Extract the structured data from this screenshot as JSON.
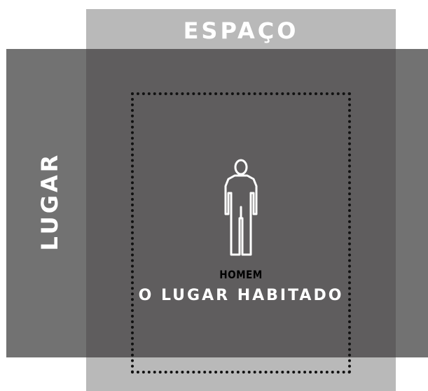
{
  "diagram": {
    "espaco_label": "ESPAÇO",
    "lugar_label": "LUGAR",
    "homem_label": "HOMEM",
    "lugar_habitado_label": "O LUGAR HABITADO",
    "icons": {
      "center": "person-icon"
    },
    "colors": {
      "espaco": "#b9b9b9",
      "lugar": "#727272",
      "overlap": "#5f5d5e",
      "text": "#ffffff",
      "homem_text": "#000000",
      "dotted_border": "#111111"
    }
  }
}
